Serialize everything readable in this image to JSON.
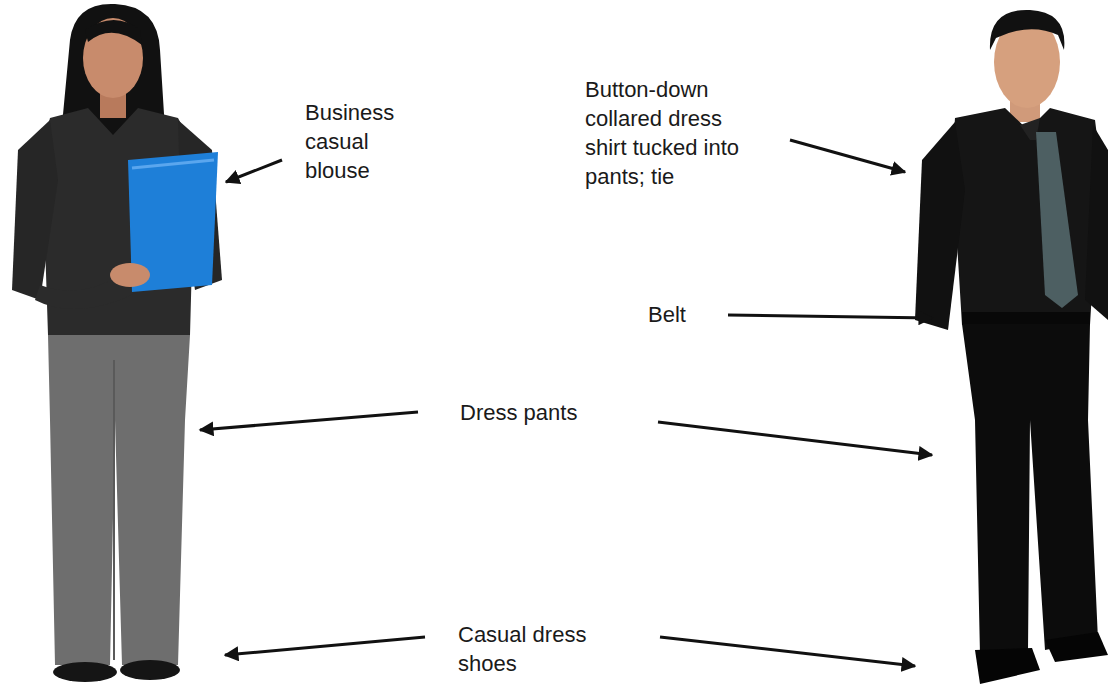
{
  "diagram": {
    "labels": [
      "Business casual blouse",
      "Button-down collared dress shirt tucked into pants; tie",
      "Belt",
      "Dress pants",
      "Casual dress shoes"
    ]
  }
}
